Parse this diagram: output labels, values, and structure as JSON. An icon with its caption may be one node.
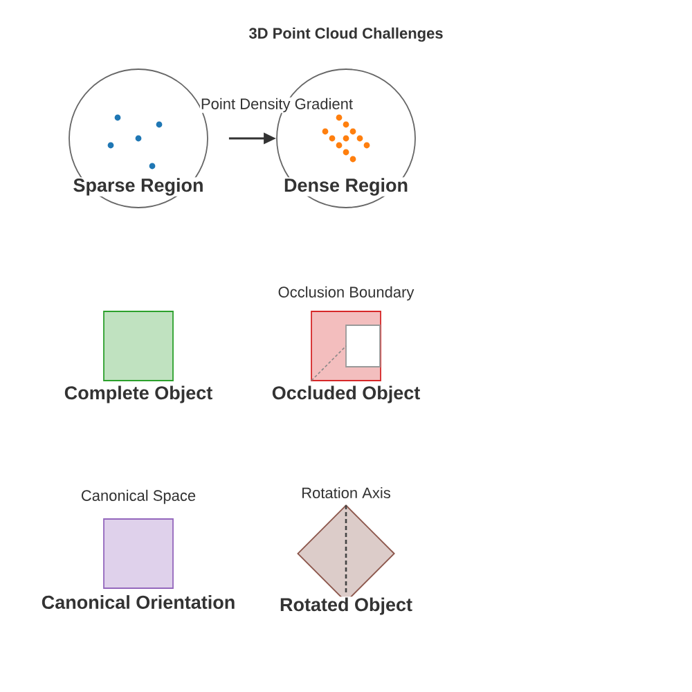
{
  "diagram": {
    "title": "3D Point Cloud Challenges",
    "nodes": [
      {
        "text": [
          "Sparse Region"
        ]
      },
      {
        "text": [
          "Dense Region"
        ]
      },
      {
        "text": [
          "Complete Object"
        ]
      },
      {
        "text": [
          "Occluded Object"
        ],
        "beside": [
          "Occlusion Boundary"
        ]
      },
      {
        "text": [
          "Canonical Orientation"
        ],
        "beside": [
          "Canonical Space"
        ]
      },
      {
        "text": [
          "Rotated Object"
        ],
        "beside": [
          "Rotation Axis"
        ]
      }
    ],
    "edges": [
      {
        "from": 0,
        "to": 1,
        "arrow": "to",
        "label": "Point Density Gradient"
      }
    ]
  }
}
